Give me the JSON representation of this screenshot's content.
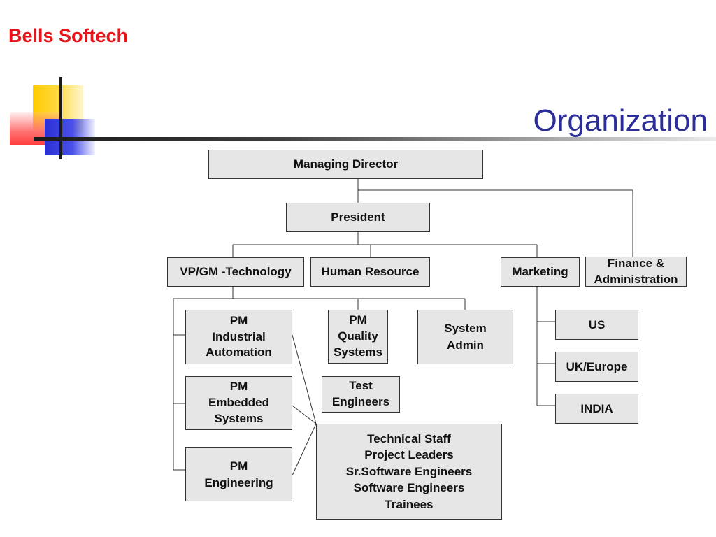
{
  "header": {
    "company": "Bells Softech",
    "title": "Organization"
  },
  "org": {
    "managing_director": "Managing Director",
    "president": "President",
    "vp_gm_technology": "VP/GM -Technology",
    "human_resource": "Human Resource",
    "marketing": "Marketing",
    "finance_admin": "Finance &\nAdministration",
    "pm_industrial_automation": "PM\nIndustrial\nAutomation",
    "pm_embedded_systems": "PM\nEmbedded\nSystems",
    "pm_engineering": "PM\nEngineering",
    "pm_quality_systems": "PM\nQuality\nSystems",
    "test_engineers": "Test\nEngineers",
    "system_admin": "System\nAdmin",
    "technical_staff": "Technical Staff\nProject Leaders\nSr.Software Engineers\nSoftware Engineers\nTrainees",
    "us": "US",
    "uk_europe": "UK/Europe",
    "india": "INDIA"
  }
}
